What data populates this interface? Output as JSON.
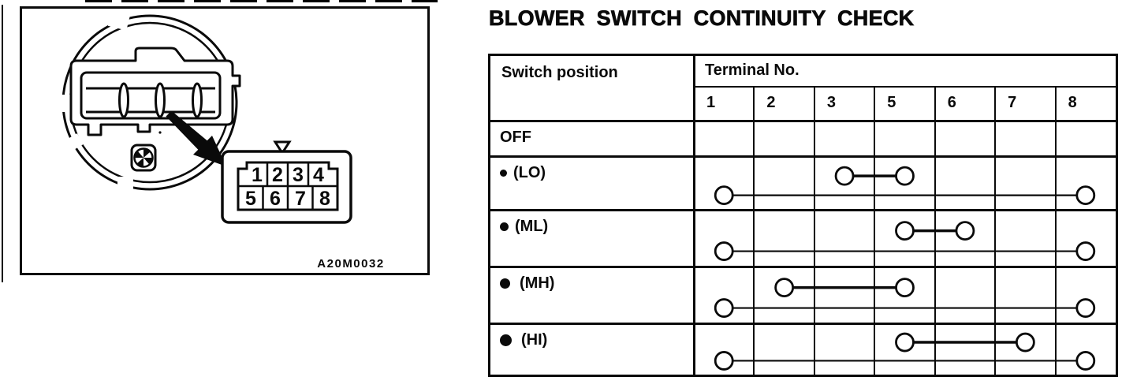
{
  "title": "BLOWER SWITCH CONTINUITY CHECK",
  "figure": {
    "code_label": "A20M0032",
    "connector_pins_top": [
      "1",
      "2",
      "3",
      "4"
    ],
    "connector_pins_bottom": [
      "5",
      "6",
      "7",
      "8"
    ]
  },
  "table": {
    "switch_position_header": "Switch position",
    "terminal_header": "Terminal No.",
    "terminals": [
      "1",
      "2",
      "3",
      "5",
      "6",
      "7",
      "8"
    ],
    "rows": [
      {
        "position": "OFF",
        "bullet": "none",
        "connections": []
      },
      {
        "position": "(LO)",
        "bullet": "small",
        "connections": [
          {
            "terminals": [
              "3",
              "5"
            ],
            "level": "upper"
          },
          {
            "terminals": [
              "1",
              "8"
            ],
            "level": "lower"
          }
        ]
      },
      {
        "position": "(ML)",
        "bullet": "medium",
        "connections": [
          {
            "terminals": [
              "5",
              "6"
            ],
            "level": "upper"
          },
          {
            "terminals": [
              "1",
              "8"
            ],
            "level": "lower"
          }
        ]
      },
      {
        "position": "(MH)",
        "bullet": "large",
        "connections": [
          {
            "terminals": [
              "2",
              "5"
            ],
            "level": "upper"
          },
          {
            "terminals": [
              "1",
              "8"
            ],
            "level": "lower"
          }
        ]
      },
      {
        "position": "(HI)",
        "bullet": "xlarge",
        "connections": [
          {
            "terminals": [
              "5",
              "7"
            ],
            "level": "upper"
          },
          {
            "terminals": [
              "1",
              "8"
            ],
            "level": "lower"
          }
        ]
      }
    ]
  },
  "colors": {
    "ink": "#0a0a0a",
    "paper": "#ffffff"
  }
}
